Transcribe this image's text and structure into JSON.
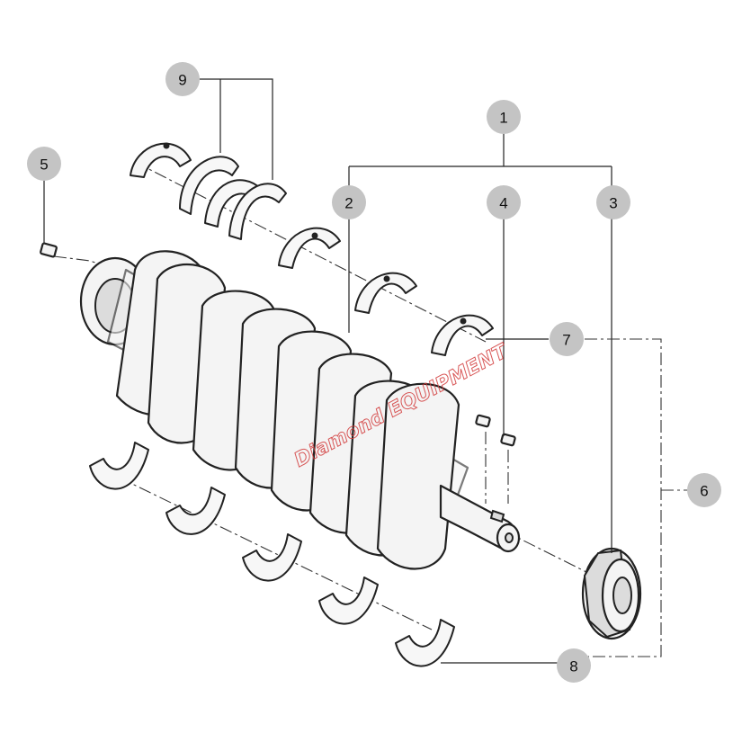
{
  "callouts": [
    {
      "id": "1",
      "label": "1"
    },
    {
      "id": "2",
      "label": "2"
    },
    {
      "id": "3",
      "label": "3"
    },
    {
      "id": "4",
      "label": "4"
    },
    {
      "id": "5",
      "label": "5"
    },
    {
      "id": "6",
      "label": "6"
    },
    {
      "id": "7",
      "label": "7"
    },
    {
      "id": "8",
      "label": "8"
    },
    {
      "id": "9",
      "label": "9"
    }
  ],
  "watermark": "Diamond EQUIPMENT",
  "colors": {
    "badge": "#c4c4c4",
    "watermark": "#d23a3a",
    "line": "#222222"
  }
}
